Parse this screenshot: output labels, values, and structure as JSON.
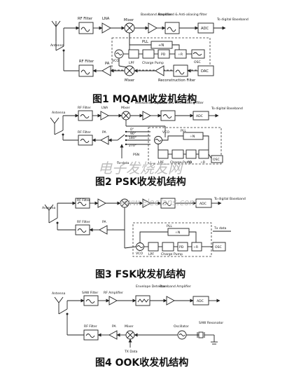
{
  "fig1": {
    "caption": "图1 MQAM收发机结构",
    "antenna": "Antenna",
    "rf_filter_rx": "RF Filter",
    "lna": "LNA",
    "mixer_rx": "Mixer",
    "baseband_amp": "Baseband Amplifier",
    "aa_filter": "Baseband & Anti-aliasing filter",
    "adc": "ADC",
    "to_baseband": "To digital Baseband",
    "pll": "PLL",
    "div_n": "÷N",
    "vco": "VCO",
    "lpf": "LPF",
    "charge_pump": "Charge Pump",
    "pd": "PD",
    "div_r": "÷R",
    "osc": "OSC",
    "rf_filter_tx": "RF Filter",
    "pa": "PA",
    "mixer_tx": "Mixer",
    "recon_filter": "Reconstruction Filter",
    "dac": "DAC"
  },
  "fig2": {
    "caption": "图2 PSK收发机结构",
    "antenna": "Antenna",
    "rf_filter_rx": "RF Filter",
    "lna": "LNA",
    "mixer_rx": "Mixer",
    "baseband_amp": "Baseband Amplifier",
    "aa_filter": "Baseband & Anti-aliasing filter",
    "adc": "ADC",
    "to_baseband": "To digital Baseband",
    "rf_filter_tx": "RF Filter",
    "pa": "PA",
    "phase_0": "0°",
    "phase_90": "90°",
    "phase_180": "180°",
    "phase_270": "270°",
    "psn": "PSN",
    "tx_data": "Tx data",
    "pll": "PLL",
    "div_n": "÷N",
    "vco": "VCO",
    "lpf": "LPF",
    "charge_pump": "Charge Pump",
    "pd": "PD",
    "div_r": "÷R",
    "osc": "OSC"
  },
  "fig3": {
    "caption": "图3 FSK收发机结构",
    "antenna": "Antenna",
    "rf_filter_rx": "RF Filter",
    "adc": "ADC",
    "to_baseband": "To digital Baseband",
    "rf_filter_tx": "RF Filter",
    "pa": "PA",
    "tx_data": "Tx data",
    "pll": "PLL",
    "div_n": "÷N",
    "vco": "VCO",
    "lpf": "LPF",
    "charge_pump": "Charge Pump",
    "pd": "PD",
    "div_r": "÷R",
    "osc": "OSC"
  },
  "fig4": {
    "caption": "图4 OOK收发机结构",
    "antenna": "Antenna",
    "saw_filter": "SAW Filter",
    "rf_amp": "RF Amplifier",
    "env_detector": "Envelope Detector",
    "baseband_amp": "Baseband Amplifier",
    "adc": "ADC",
    "rf_filter_tx": "RF Filter",
    "pa": "PA",
    "mixer": "Mixer",
    "oscillator": "Oscillator",
    "saw_resonator": "SAW Resonator",
    "tx_data": "TX Data"
  },
  "watermark": {
    "cn": "电子发烧友网",
    "url": "www.elecfans.com"
  }
}
